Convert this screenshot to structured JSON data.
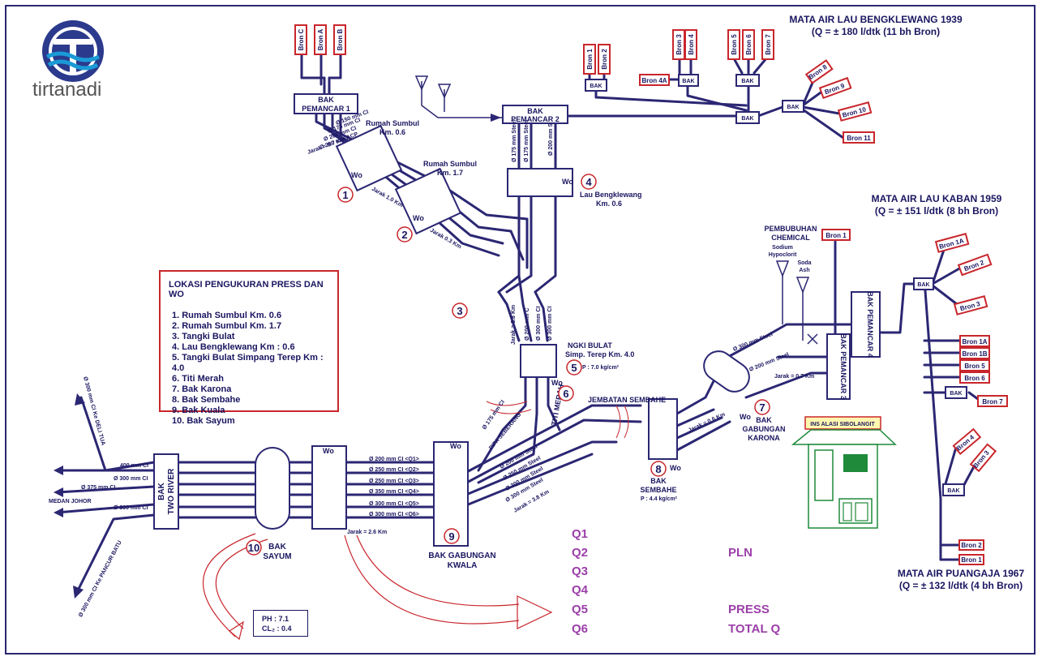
{
  "brand": {
    "name": "tirtanadi",
    "logo_colors": [
      "#2b3a8c",
      "#1a9ad6"
    ]
  },
  "sources": {
    "bengklewang": {
      "title": "MATA AIR LAU BENGKLEWANG 1939",
      "subtitle": "(Q = ± 180 l/dtk (11 bh Bron)"
    },
    "kaban": {
      "title": "MATA AIR LAU KABAN 1959",
      "subtitle": "(Q = ± 151 l/dtk (8 bh Bron)"
    },
    "puangaja": {
      "title": "MATA AIR PUANGAJA 1967",
      "subtitle": "(Q = ± 132 l/dtk (4 bh Bron)"
    }
  },
  "brons": {
    "top_left": [
      "Bron C",
      "Bron A",
      "Bron B"
    ],
    "bk_1_2": [
      "Bron 1",
      "Bron 2"
    ],
    "bk_3_4": [
      "Bron 3",
      "Bron 4"
    ],
    "bk_5_6_7": [
      "Bron 5",
      "Bron 6",
      "Bron 7"
    ],
    "bron4a": "Bron 4A",
    "bk_8_11": [
      "Bron 8",
      "Bron 9",
      "Bron 10",
      "Bron 11"
    ],
    "kaban_top": "Bron 1",
    "kaban_bak": [
      "Bron 1A",
      "Bron 2",
      "Bron 3"
    ],
    "kaban_list": [
      "Bron 1A",
      "Bron 1B",
      "Bron 5",
      "Bron 6"
    ],
    "kaban_bron7": "Bron 7",
    "puangaja_bak": [
      "Bron 4",
      "Bron 3"
    ],
    "puangaja_bottom": [
      "Bron 2",
      "Bron 1"
    ]
  },
  "bak_label": "BAK",
  "nodes": {
    "pemancar1": [
      "BAK",
      "PEMANCAR 1"
    ],
    "pemancar2": [
      "BAK",
      "PEMANCAR 2"
    ],
    "pemancar3": "BAK PEMANCAR 3",
    "pemancar4": "BAK PEMANCAR 4",
    "two_river": [
      "BAK",
      "TWO RIVER"
    ],
    "sayum": [
      "BAK",
      "SAYUM"
    ],
    "kwala": [
      "BAK GABUNGAN",
      "KWALA"
    ],
    "sembahe": [
      "BAK",
      "SEMBAHE"
    ],
    "karona": [
      "BAK",
      "GABUNGAN",
      "KARONA"
    ]
  },
  "stations": {
    "rs06": [
      "Rumah Sumbul",
      "Km. 0.6"
    ],
    "rs17": [
      "Rumah Sumbul",
      "Km. 1.7"
    ],
    "lau_bengklewang": [
      "Lau Bengklewang",
      "Km. 0.6"
    ],
    "tangki_bulat": [
      "NGKI BULAT",
      "Simp. Terep Km. 4.0"
    ],
    "tangki_press": "P : 7.0 kg/cm²",
    "sembahe_press": "P : 4.4 kg/cm²",
    "jembatan": "JEMBATAN SEMBAHE",
    "titi_merah": "TITI MERAH",
    "pipa_seberang": "PIPA SEBERANG"
  },
  "chemical": {
    "title": [
      "PEMBUBUHAN",
      "CHEMICAL"
    ],
    "sodium": [
      "Sodium",
      "Hypoclorit"
    ],
    "soda": [
      "Soda",
      "Ash"
    ]
  },
  "distances": {
    "j07": "Jarak = 0.7 Km",
    "j10": "Jarak 1.0 Km",
    "j03": "Jarak 0.3 Km",
    "j38": "Jarak = 3.8 Km",
    "j26": "Jarak = 2.6 Km",
    "j38b": "Jarak = 3.8 Km",
    "j06": "Jarak = 0.6 Km",
    "j07b": "Jarak = 0.7 Km"
  },
  "pipes_top": [
    "Ø 150 mm CI",
    "Ø 175 mm CI",
    "Ø 200 mm CI",
    "Ø 200 mm ACP"
  ],
  "pipes_steel": [
    "Ø 175 mm Steel",
    "Ø 175 mm Steel",
    "Ø 200 mm S"
  ],
  "pipes_mid": [
    "Ø 200 mm C",
    "Ø 300 mm CI",
    "Ø 300 mm CI"
  ],
  "pipes_q": [
    "Ø 200 mm CI <Q1>",
    "Ø 250 mm CI <Q2>",
    "Ø 250 mm CI <Q3>",
    "Ø 350 mm CI <Q4>",
    "Ø 300 mm CI <Q5>",
    "Ø 300 mm CI <Q6>"
  ],
  "pipes_kwala_out": [
    "Ø 200 mm Steel",
    "Ø 250 mm Steel",
    "Ø 300 mm Steel",
    "Ø 300 mm Steel"
  ],
  "pipes_karona": [
    "Ø 300 mm Steel",
    "Ø 200 mm Steel"
  ],
  "pipe_175": "Ø 175 mm CI",
  "outlets": {
    "deli_tua": "Ø 300 mm CI Ke DELI TUA",
    "p400": "400 mm CI",
    "p300": "Ø 300 mm CI",
    "p375": "Ø 375 mm CI",
    "medan_johor": "MEDAN JOHOR",
    "p300b": "Ø 300 mm CI",
    "pancur_batu": "Ø 300 mm CI Ke PANCUR BATU"
  },
  "wo": "Wo",
  "markers": [
    "1",
    "2",
    "3",
    "4",
    "5",
    "6",
    "7",
    "8",
    "9",
    "10"
  ],
  "legend": {
    "title": "LOKASI PENGUKURAN PRESS DAN WO",
    "items": [
      "1. Rumah Sumbul Km. 0.6",
      "2. Rumah Sumbul Km. 1.7",
      "3. Tangki Bulat",
      "4. Lau Bengklewang Km : 0.6",
      "5. Tangki Bulat Simpang Terep Km  :  4.0",
      "6. Titi Merah",
      "7. Bak Karona",
      "8. Bak Sembahe",
      "9. Bak Kuala",
      "10. Bak Sayum"
    ]
  },
  "quality": {
    "ph": "PH     :  7.1",
    "cl": "CL₂   :  0.4"
  },
  "building": {
    "label": "INS  ALASI SIBOLANGIT"
  },
  "q_labels": [
    "Q1",
    "Q2",
    "Q3",
    "Q4",
    "Q5",
    "Q6"
  ],
  "side_labels": {
    "pln": "PLN",
    "press": "PRESS",
    "total": "TOTAL Q"
  }
}
